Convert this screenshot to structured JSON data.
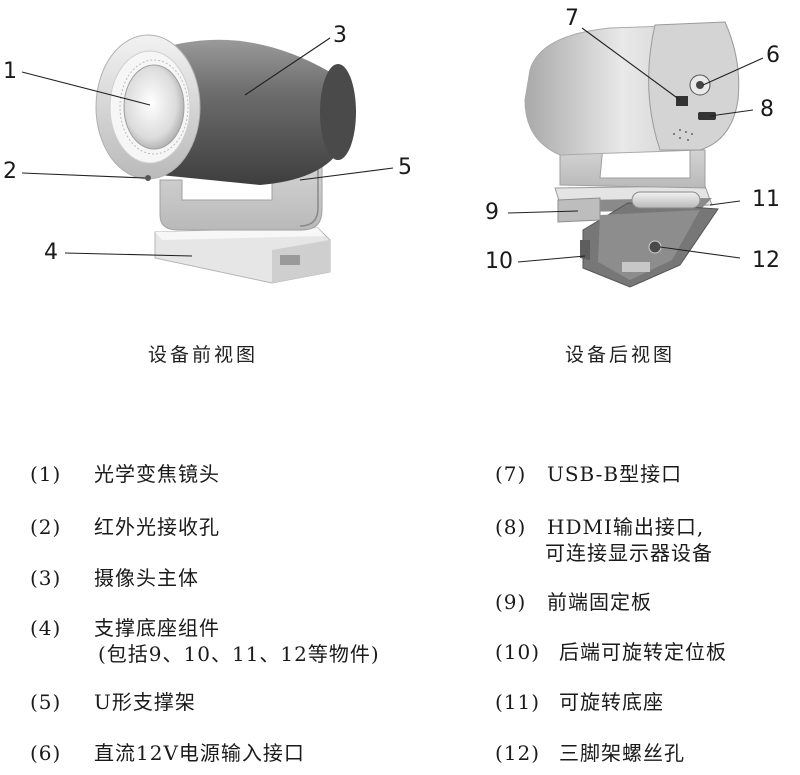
{
  "views": {
    "front_caption": "设备前视图",
    "back_caption": "设备后视图"
  },
  "callouts": {
    "front": [
      "1",
      "2",
      "3",
      "4",
      "5"
    ],
    "back": [
      "6",
      "7",
      "8",
      "9",
      "10",
      "11",
      "12"
    ]
  },
  "legend": {
    "left": [
      {
        "idx": "(1)",
        "text": "光学变焦镜头"
      },
      {
        "idx": "(2)",
        "text": "红外光接收孔"
      },
      {
        "idx": "(3)",
        "text": "摄像头主体"
      },
      {
        "idx": "(4)",
        "text": "支撑底座组件",
        "sub": "(包括9、10、11、12等物件)"
      },
      {
        "idx": "(5)",
        "text": "U形支撑架"
      },
      {
        "idx": "(6)",
        "text": "直流12V电源输入接口"
      }
    ],
    "right": [
      {
        "idx": "(7)",
        "text": "USB-B型接口"
      },
      {
        "idx": "(8)",
        "text": "HDMI输出接口,",
        "sub": "可连接显示器设备"
      },
      {
        "idx": "(9)",
        "text": "前端固定板"
      },
      {
        "idx": "(10)",
        "text": "后端可旋转定位板"
      },
      {
        "idx": "(11)",
        "text": "可旋转底座"
      },
      {
        "idx": "(12)",
        "text": "三脚架螺丝孔"
      }
    ]
  }
}
